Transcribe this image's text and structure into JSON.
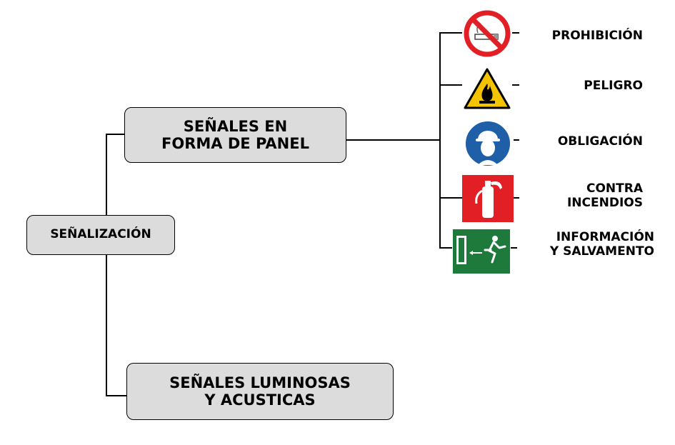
{
  "root": {
    "label": "SEÑALIZACIÓN"
  },
  "branches": {
    "panel": "SEÑALES EN\nFORMA DE PANEL",
    "luminous": "SEÑALES LUMINOSAS\nY ACUSTICAS"
  },
  "signs": [
    {
      "label": "PROHIBICIÓN",
      "icon": "no-smoking-sign-icon",
      "color": "#e31f26"
    },
    {
      "label": "PELIGRO",
      "icon": "fire-warning-sign-icon",
      "color": "#f5c400"
    },
    {
      "label": "OBLIGACIÓN",
      "icon": "helmet-mandatory-sign-icon",
      "color": "#1f5fa8"
    },
    {
      "label": "CONTRA\nINCENDIOS",
      "icon": "fire-extinguisher-sign-icon",
      "color": "#e31f26"
    },
    {
      "label": "INFORMACIÓN\nY SALVAMENTO",
      "icon": "emergency-exit-sign-icon",
      "color": "#1e7a3a"
    }
  ]
}
